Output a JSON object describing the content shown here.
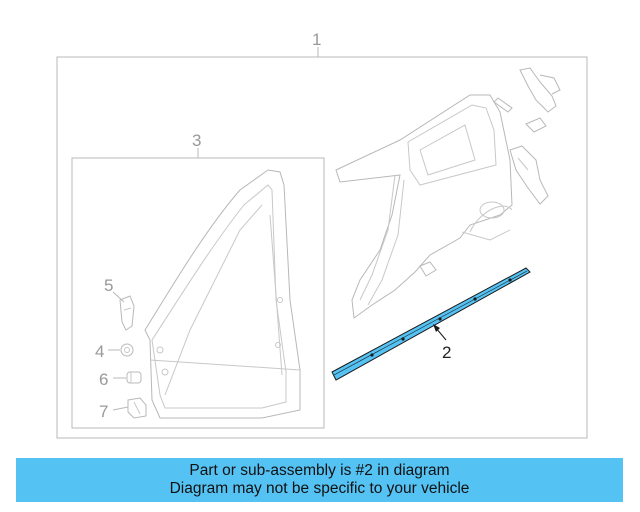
{
  "diagram": {
    "callouts": {
      "c1": "1",
      "c2": "2",
      "c3": "3",
      "c4": "4",
      "c5": "5",
      "c6": "6",
      "c7": "7"
    },
    "highlight_color": "#55c2f4"
  },
  "banner": {
    "line1": "Part or sub-assembly is #2 in diagram",
    "line2": "Diagram may not be specific to your vehicle",
    "background": "#55c2f4"
  }
}
